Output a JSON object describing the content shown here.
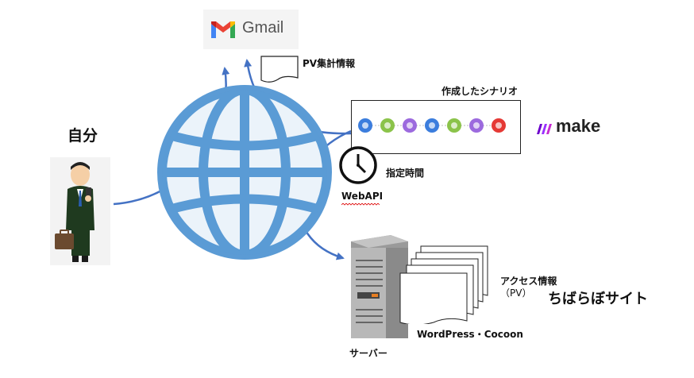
{
  "gmail": {
    "name": "Gmail",
    "icon": "gmail-logo-icon"
  },
  "make": {
    "name": "make",
    "icon": "make-logo-icon"
  },
  "labels": {
    "self": "自分",
    "pv_summary": "PV集計情報",
    "scenario": "作成したシナリオ",
    "scheduled_time": "指定時間",
    "webapi": "WebAPI",
    "access_info": "アクセス情報",
    "access_info_sub": "（PV）",
    "site_name": "ちばらぼサイト",
    "platform": "WordPress・Cocoon",
    "server": "サーバー"
  },
  "scenario_modules": [
    {
      "icon": "http-globe-icon",
      "color": "#3b7ddd"
    },
    {
      "icon": "tools-icon",
      "color": "#8bc34a"
    },
    {
      "icon": "json-icon",
      "color": "#9c6ade"
    },
    {
      "icon": "http-globe-icon",
      "color": "#3b7ddd"
    },
    {
      "icon": "tools-icon",
      "color": "#8bc34a"
    },
    {
      "icon": "json-icon",
      "color": "#9c6ade"
    },
    {
      "icon": "gmail-icon",
      "color": "#e53935"
    }
  ],
  "colors": {
    "arrow": "#4472c4",
    "globe": "#5b9bd5",
    "make_accent": "#6d00cc"
  }
}
